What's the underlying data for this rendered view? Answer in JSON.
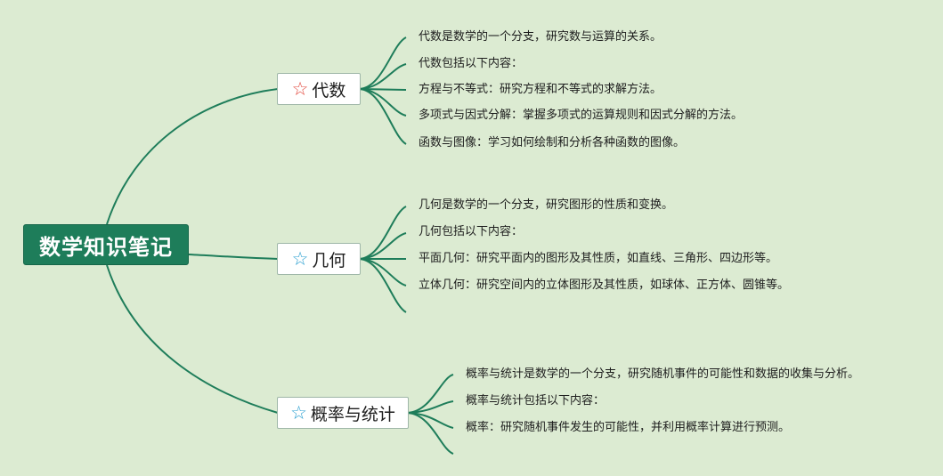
{
  "root": {
    "label": "数学知识笔记"
  },
  "branches": [
    {
      "label": "代数",
      "icon": "star-outline-red-icon",
      "items": [
        "代数是数学的一个分支，研究数与运算的关系。",
        "代数包括以下内容：",
        "方程与不等式：研究方程和不等式的求解方法。",
        "多项式与因式分解：掌握多项式的运算规则和因式分解的方法。",
        "函数与图像：学习如何绘制和分析各种函数的图像。"
      ]
    },
    {
      "label": "几何",
      "icon": "star-outline-blue-icon",
      "items": [
        "几何是数学的一个分支，研究图形的性质和变换。",
        "几何包括以下内容：",
        "平面几何：研究平面内的图形及其性质，如直线、三角形、四边形等。",
        "立体几何：研究空间内的立体图形及其性质，如球体、正方体、圆锥等。",
        ""
      ]
    },
    {
      "label": "概率与统计",
      "icon": "star-outline-blue-icon",
      "items": [
        "概率与统计是数学的一个分支，研究随机事件的可能性和数据的收集与分析。",
        "概率与统计包括以下内容：",
        "概率：研究随机事件发生的可能性，并利用概率计算进行预测。",
        ""
      ]
    }
  ],
  "colors": {
    "background": "#dcebd2",
    "root_fill": "#1e7d5a",
    "connector": "#1e7d5a",
    "star_red": "#e2473c",
    "star_blue": "#2a9fd0"
  }
}
